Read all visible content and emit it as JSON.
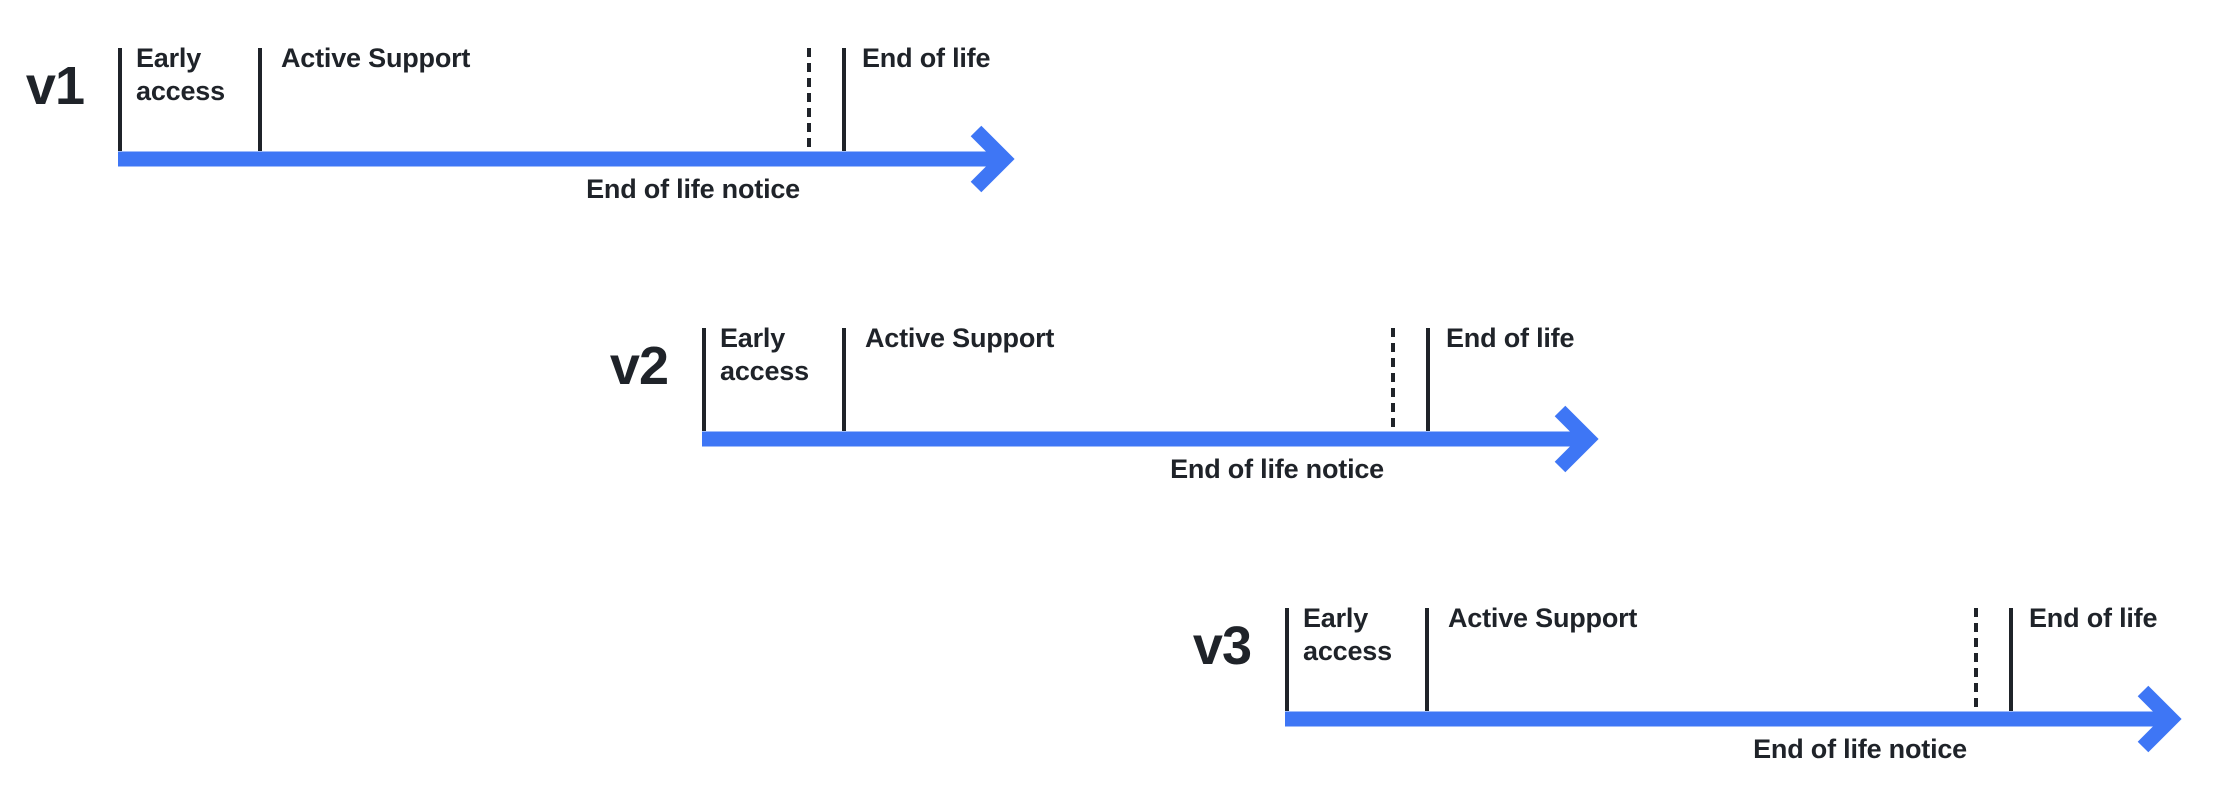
{
  "diagram": {
    "colors": {
      "arrow": "#3E76F5",
      "line": "#1F2329"
    },
    "rows": [
      {
        "version": "v1",
        "phases": {
          "early_access": "Early access",
          "active_support": "Active Support",
          "end_of_life_notice": "End of life notice",
          "end_of_life": "End of life"
        }
      },
      {
        "version": "v2",
        "phases": {
          "early_access": "Early access",
          "active_support": "Active Support",
          "end_of_life_notice": "End of life notice",
          "end_of_life": "End of life"
        }
      },
      {
        "version": "v3",
        "phases": {
          "early_access": "Early access",
          "active_support": "Active Support",
          "end_of_life_notice": "End of life notice",
          "end_of_life": "End of life"
        }
      }
    ]
  }
}
